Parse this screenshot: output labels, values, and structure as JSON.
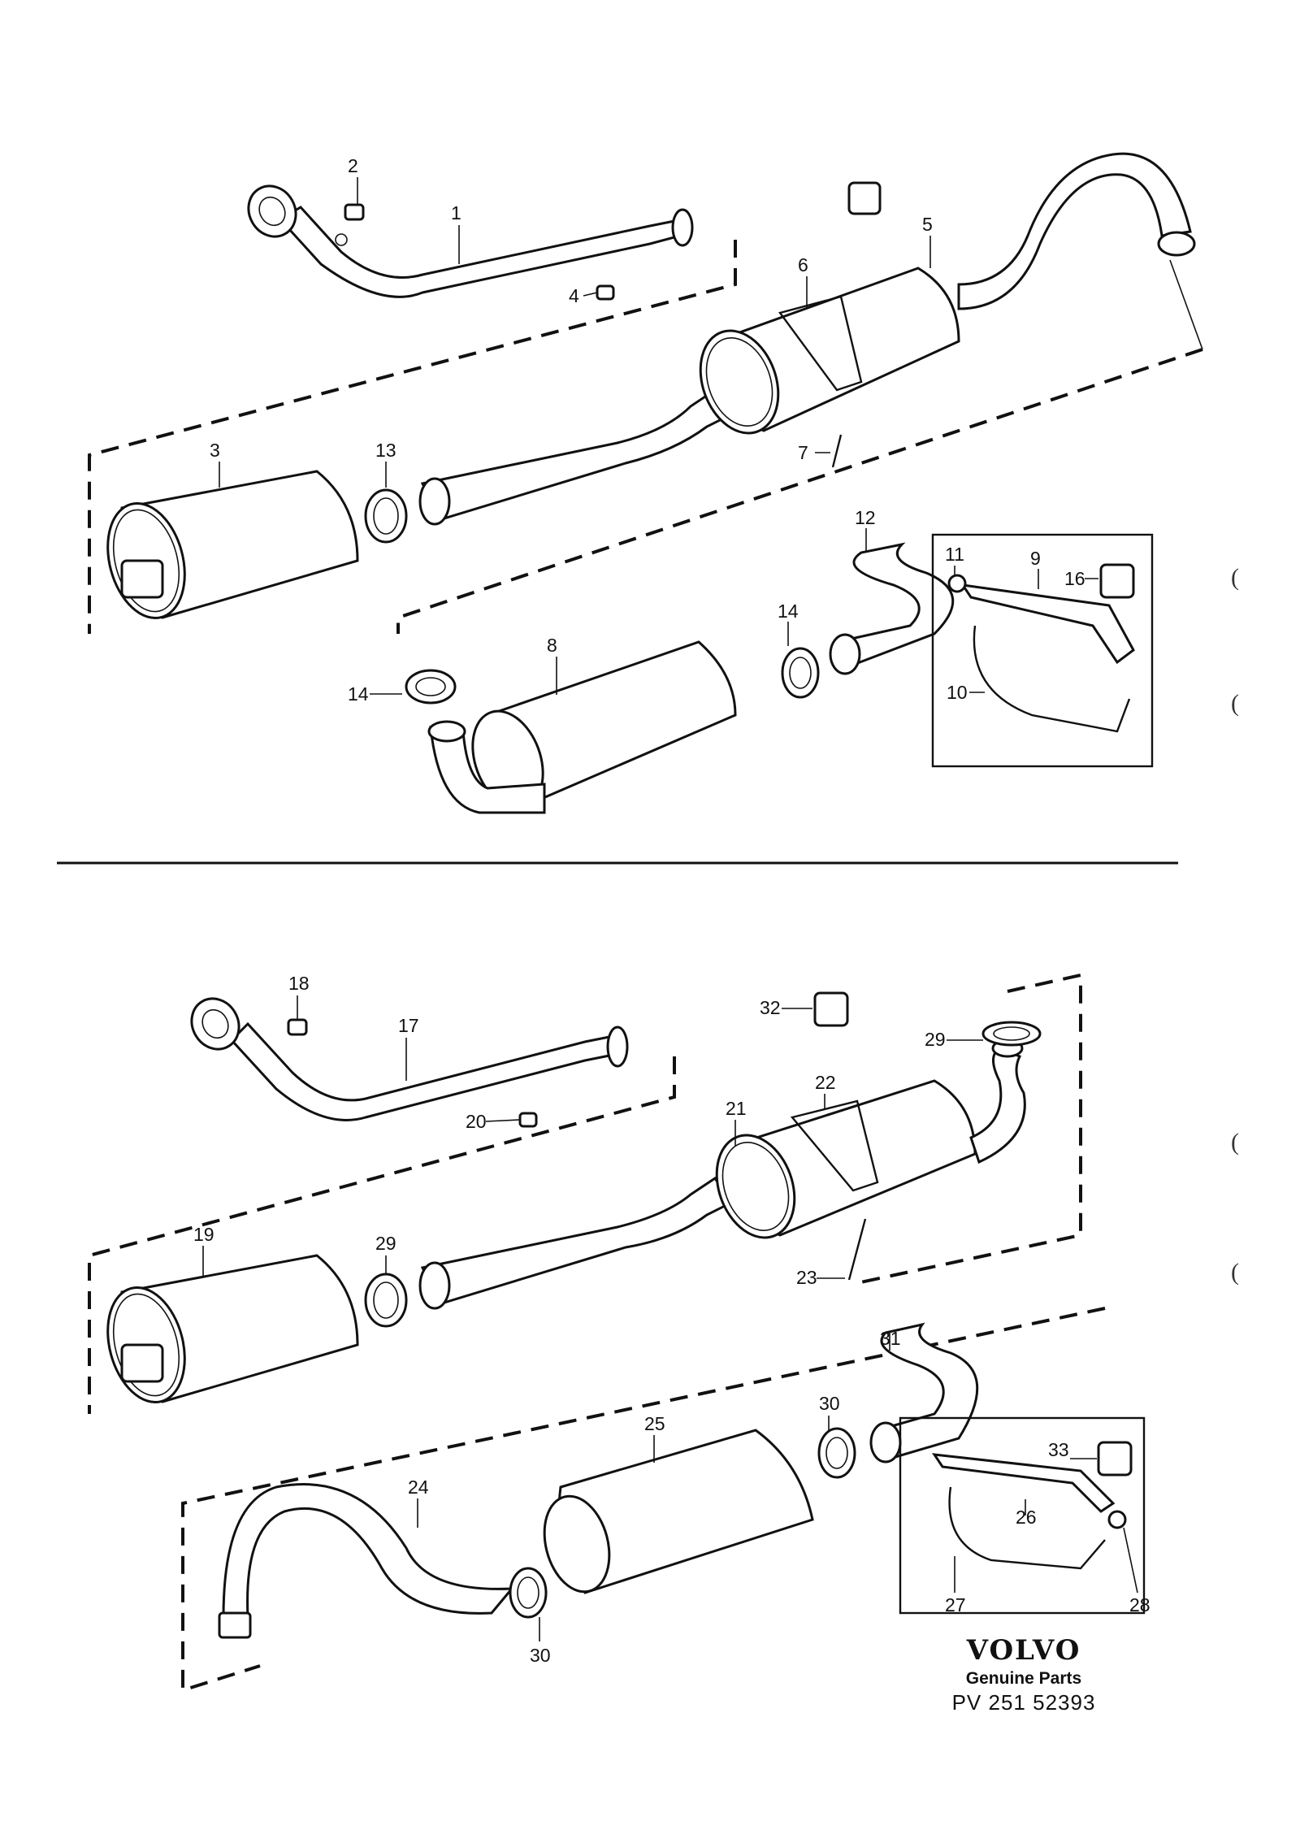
{
  "callouts_top": [
    "1",
    "2",
    "3",
    "4",
    "5",
    "6",
    "7",
    "8",
    "9",
    "10",
    "11",
    "12",
    "13",
    "14",
    "14",
    "16"
  ],
  "callouts_bottom": [
    "17",
    "18",
    "19",
    "20",
    "21",
    "22",
    "23",
    "24",
    "25",
    "26",
    "27",
    "28",
    "29",
    "29",
    "30",
    "30",
    "31",
    "32",
    "33"
  ],
  "brand": {
    "logo": "VOLVO",
    "subtitle": "Genuine Parts",
    "part_number": "PV 251 52393"
  },
  "margin_marks": [
    "(",
    "(",
    "(",
    "("
  ]
}
